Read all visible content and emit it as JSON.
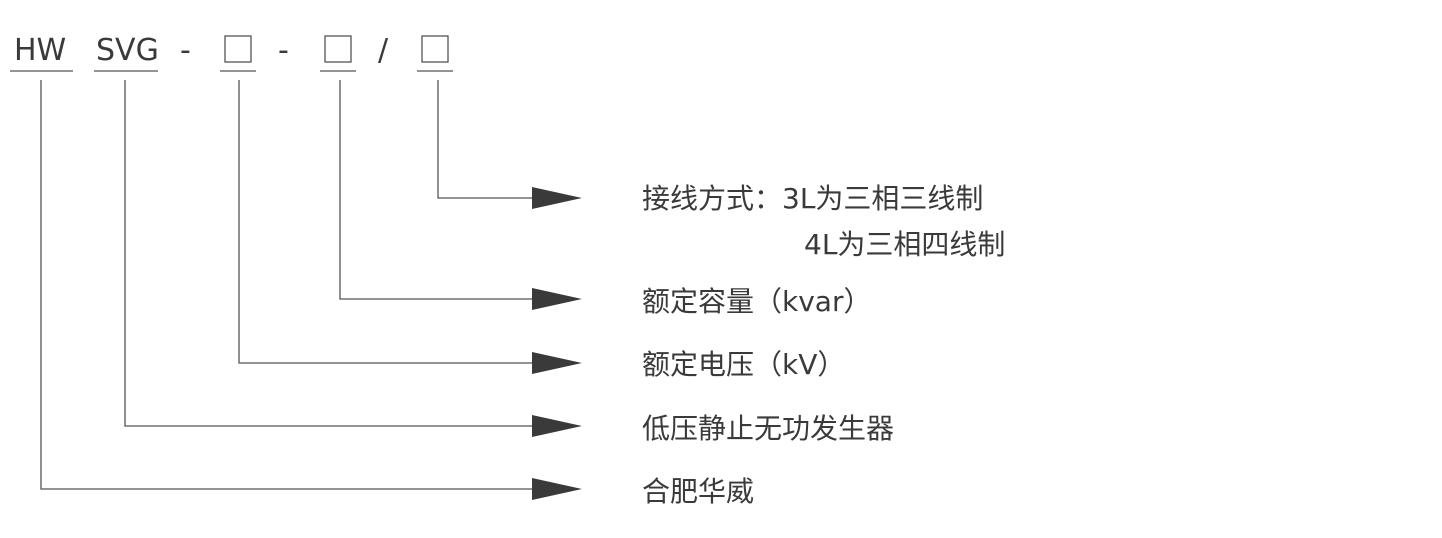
{
  "code": {
    "brand": "HW",
    "series": "SVG",
    "sep1": "-",
    "sep2": "-",
    "sep3": "/"
  },
  "labels": {
    "wiring_line1": "接线方式：3L为三相三线制",
    "wiring_line2": "4L为三相四线制",
    "capacity": "额定容量（kvar）",
    "voltage": "额定电压（kV）",
    "product": "低压静止无功发生器",
    "company": "合肥华威"
  },
  "colors": {
    "text": "#3a3a3a",
    "line": "#555555"
  }
}
